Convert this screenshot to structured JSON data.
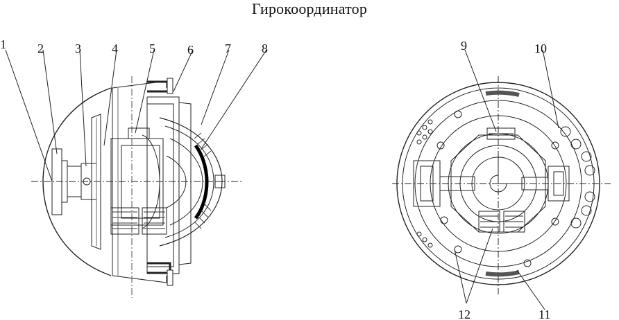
{
  "title": "Гирокоординатор",
  "callouts_left": [
    "1",
    "2",
    "3",
    "4",
    "5",
    "6",
    "7",
    "8"
  ],
  "callouts_right": [
    "9",
    "10",
    "11",
    "12"
  ]
}
